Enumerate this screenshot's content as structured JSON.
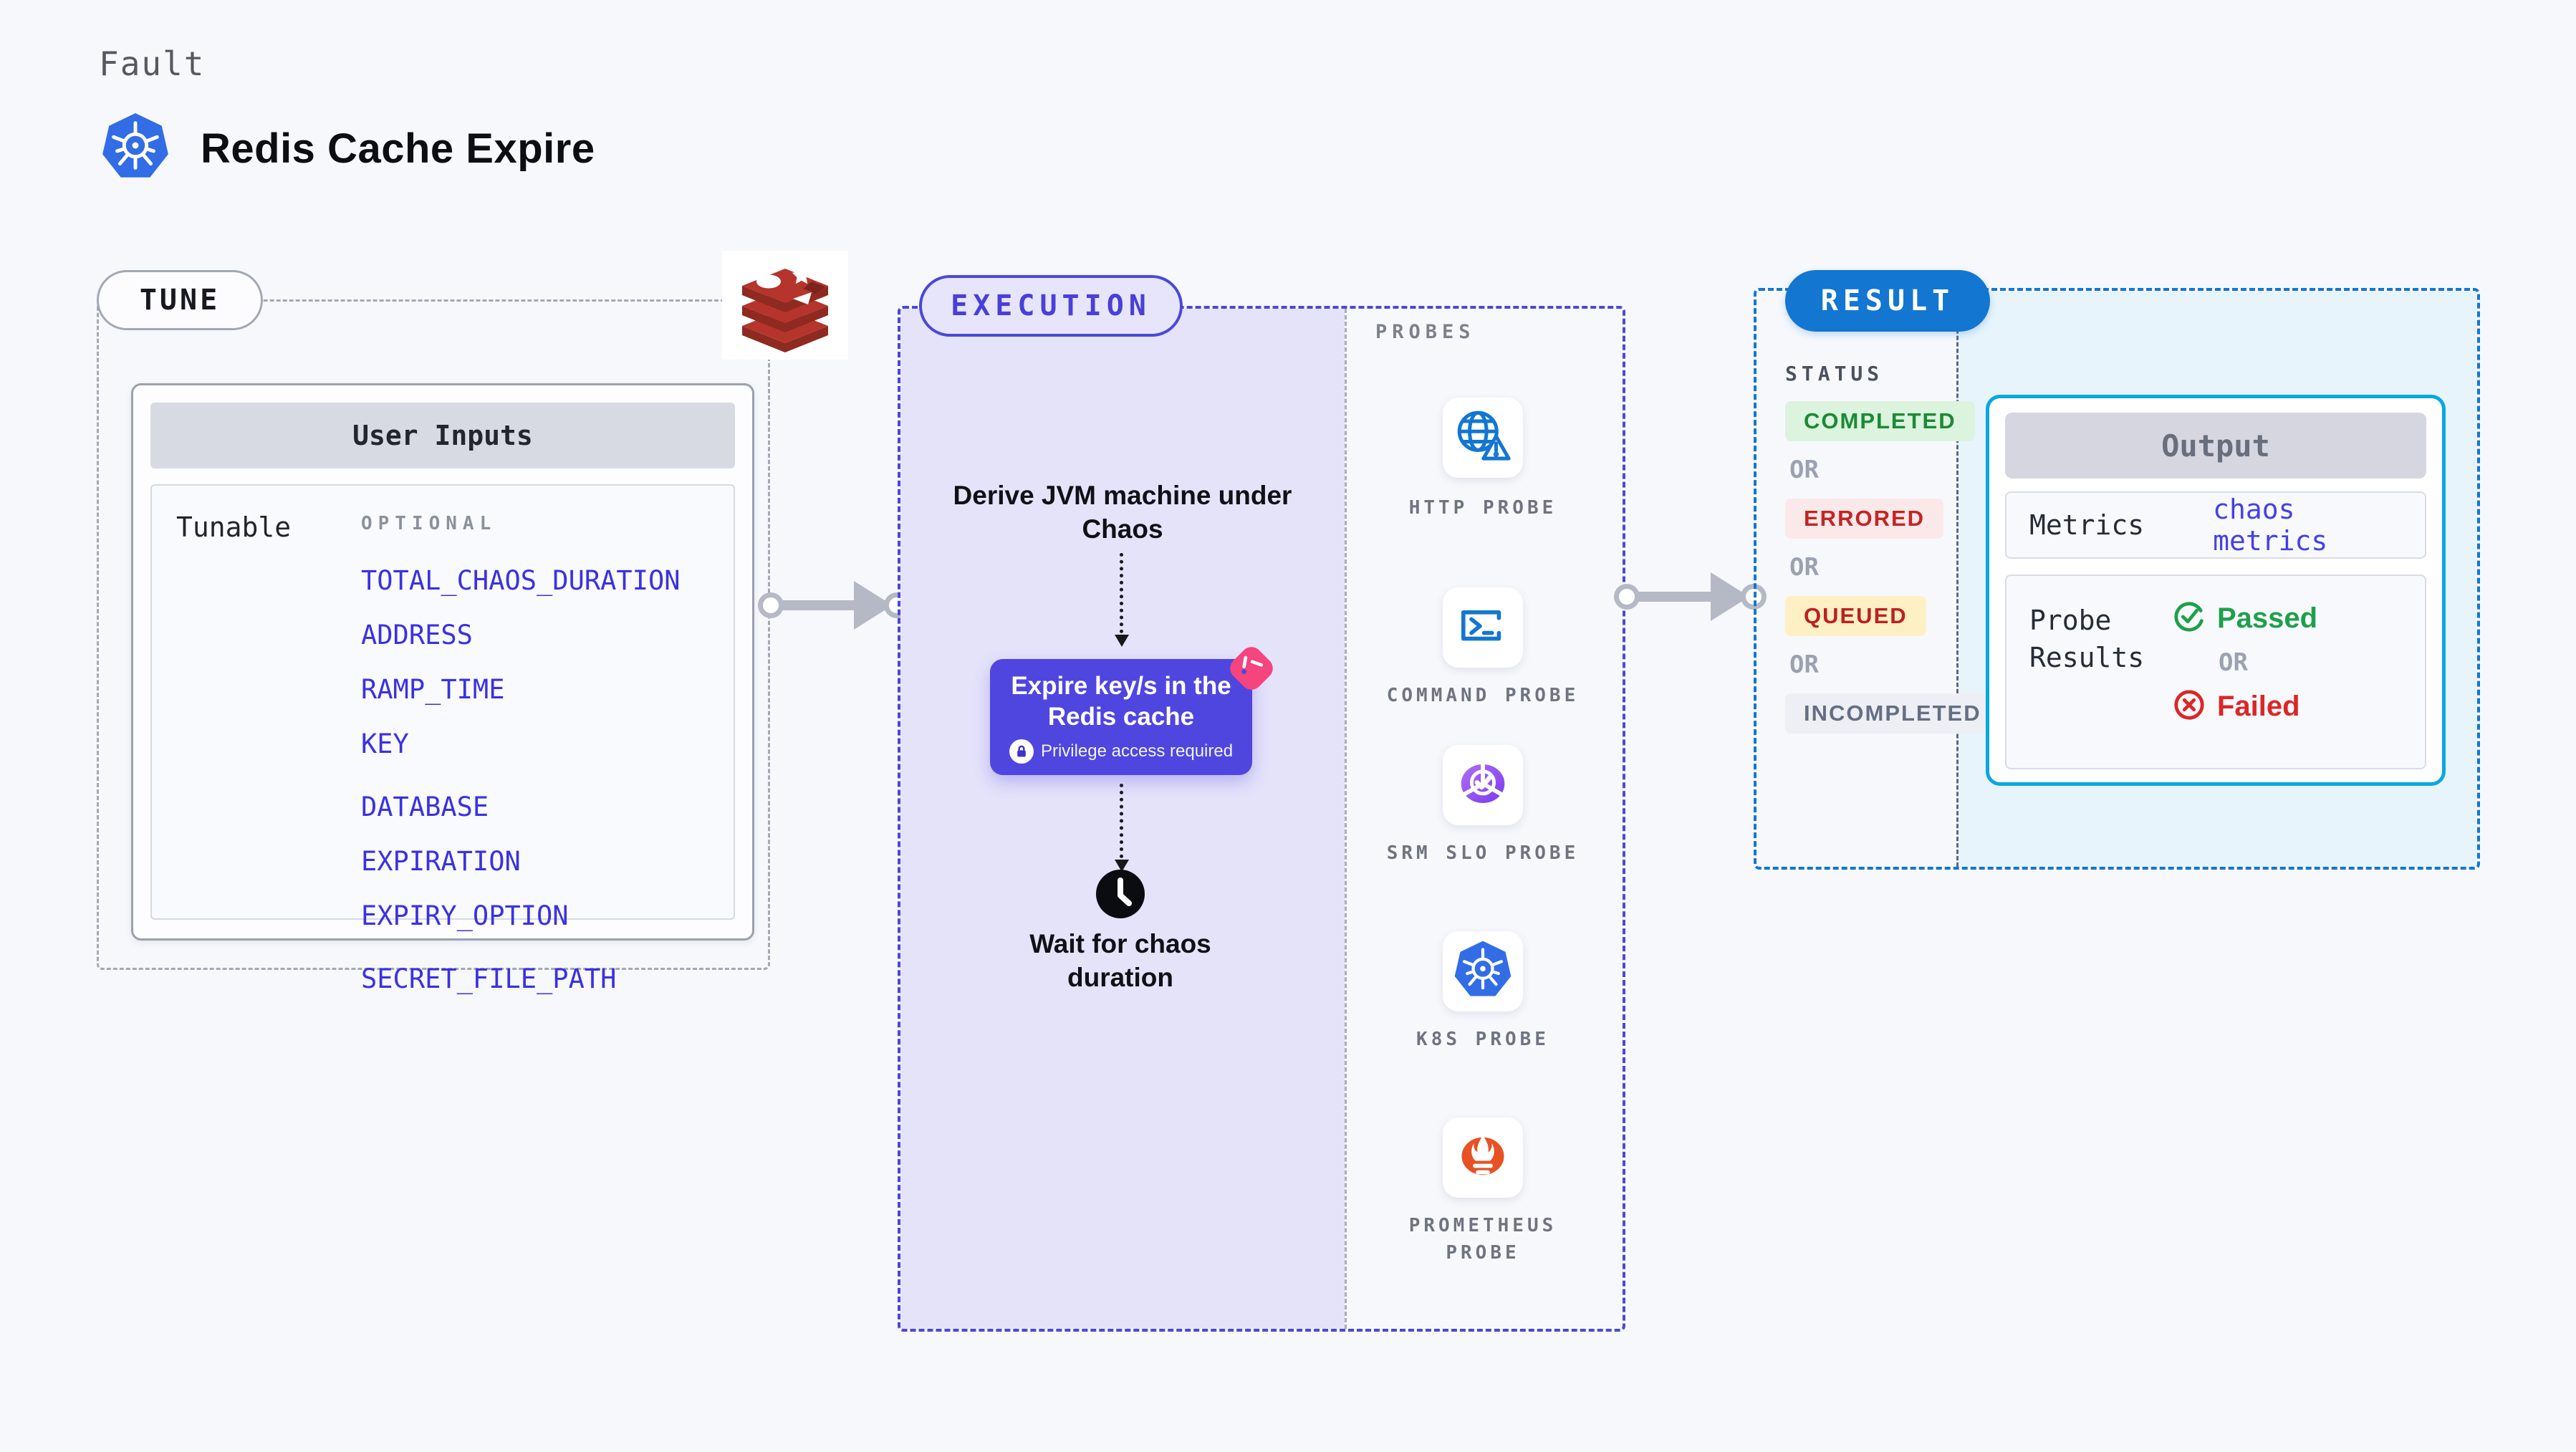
{
  "header": {
    "kind_label": "Fault",
    "title": "Redis Cache Expire",
    "title_icon": "kubernetes-icon"
  },
  "tune": {
    "pill_label": "TUNE",
    "corner_icon": "redis-icon",
    "card_title": "User Inputs",
    "row_label": "Tunable",
    "group_label": "OPTIONAL",
    "link_color": "#3a31e4",
    "inputs": {
      "group1": [
        "TOTAL_CHAOS_DURATION",
        "ADDRESS",
        "RAMP_TIME",
        "KEY"
      ],
      "group2": [
        "DATABASE",
        "EXPIRATION",
        "EXPIRY_OPTION"
      ],
      "group3": [
        "SECRET_FILE_PATH"
      ]
    }
  },
  "execution": {
    "pill_label": "EXECUTION",
    "accent_color": "#4b48d8",
    "panel_fill": "#e5e3fa",
    "step_derive": "Derive JVM machine under Chaos",
    "action_title": "Expire key/s in the Redis cache",
    "action_note": "Privilege access required",
    "action_card_color": "#4f46e0",
    "badge_color": "#f5447e",
    "step_wait": "Wait for chaos duration"
  },
  "probes": {
    "label": "PROBES",
    "items": [
      {
        "name": "HTTP PROBE",
        "icon": "globe-warning-icon"
      },
      {
        "name": "COMMAND PROBE",
        "icon": "terminal-icon"
      },
      {
        "name": "SRM SLO PROBE",
        "icon": "slo-donut-icon"
      },
      {
        "name": "K8S PROBE",
        "icon": "kubernetes-icon"
      },
      {
        "name": "PROMETHEUS PROBE",
        "icon": "prometheus-icon"
      }
    ]
  },
  "result": {
    "pill_label": "RESULT",
    "accent_color": "#1376d1",
    "panel_fill": "#e8f4fb",
    "status_label": "STATUS",
    "or_label": "OR",
    "statuses": [
      {
        "label": "COMPLETED",
        "fg": "#1a8a38",
        "bg": "#dcf3dd"
      },
      {
        "label": "ERRORED",
        "fg": "#c42424",
        "bg": "#fbe9e9"
      },
      {
        "label": "QUEUED",
        "fg": "#bd2020",
        "bg": "#fdf0c4"
      },
      {
        "label": "INCOMPLETED",
        "fg": "#646f82",
        "bg": "#edeff5"
      }
    ],
    "output": {
      "title": "Output",
      "border_color": "#0aa7e0",
      "metrics_label": "Metrics",
      "metrics_value": "chaos metrics",
      "probe_results_label": "Probe Results",
      "passed_label": "Passed",
      "passed_color": "#1ea04b",
      "failed_label": "Failed",
      "failed_color": "#dc2626"
    }
  }
}
